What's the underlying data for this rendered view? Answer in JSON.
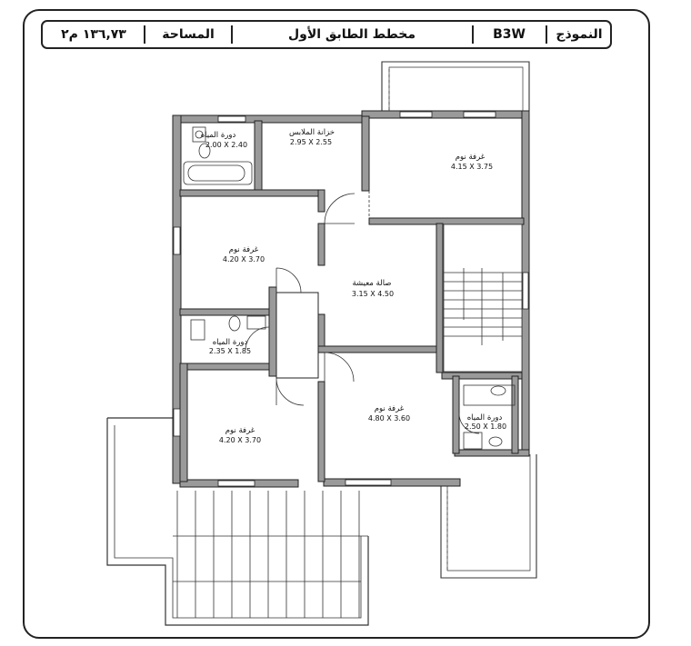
{
  "title_block": {
    "model_label": "النموذج",
    "model_code": "B3W",
    "plan_title": "مخطط الطابق الأول",
    "area_label": "المساحة",
    "area_value": "١٣٦,٧٣ م٢"
  },
  "rooms": [
    {
      "id": "bath-top",
      "name": "دورة المياه",
      "dims": "2.00 X 2.40"
    },
    {
      "id": "closet",
      "name": "خزانة الملابس",
      "dims": "2.95 X 2.55"
    },
    {
      "id": "bedroom-top-right",
      "name": "غرفة نوم",
      "dims": "4.15 X 3.75"
    },
    {
      "id": "bedroom-left",
      "name": "غرفة نوم",
      "dims": "4.20 X 3.70"
    },
    {
      "id": "living",
      "name": "صالة معيشة",
      "dims": "3.15 X 4.50"
    },
    {
      "id": "bath-mid",
      "name": "دورة المياه",
      "dims": "2.35 X 1.85"
    },
    {
      "id": "bedroom-bottom-left",
      "name": "غرفة نوم",
      "dims": "4.20 X 3.70"
    },
    {
      "id": "bedroom-bottom-center",
      "name": "غرفة نوم",
      "dims": "4.80 X 3.60"
    },
    {
      "id": "bath-right",
      "name": "دورة المياه",
      "dims": "2.50 X 1.80"
    }
  ]
}
